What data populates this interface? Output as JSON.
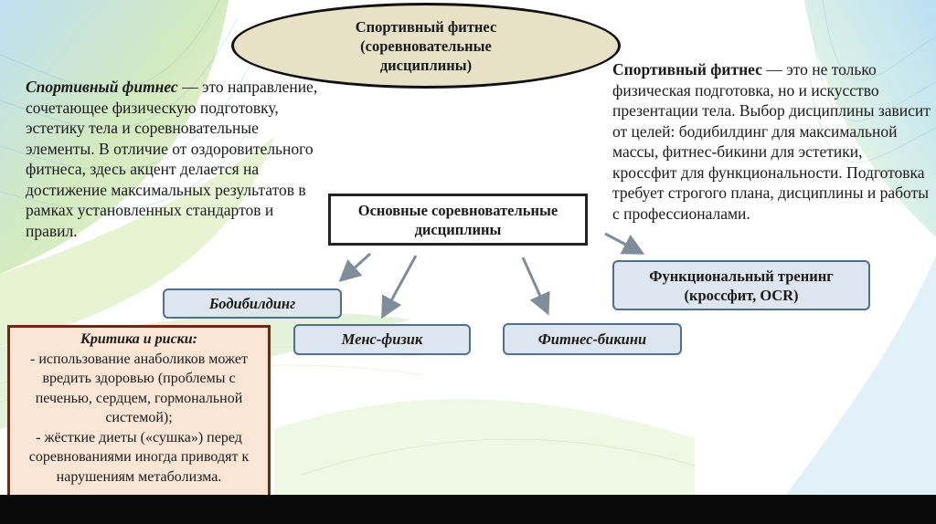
{
  "title_oval": {
    "line1": "Спортивный фитнес",
    "line2": "(соревновательные",
    "line3": "дисциплины)"
  },
  "left_paragraph": {
    "lead": "Спортивный фитнес",
    "text": " — это направление, сочетающее физическую подготовку, эстетику тела и соревновательные элементы. В отличие от оздоровительного фитнеса, здесь акцент делается на достижение максимальных результатов в рамках установленных стандартов и правил."
  },
  "right_paragraph": {
    "lead": "Спортивный фитнес",
    "text": " — это не только физическая подготовка, но и искусство презентации тела. Выбор дисциплины зависит от целей: бодибилдинг для максимальной массы, фитнес-бикини для эстетики, кроссфит для функциональности. Подготовка требует строгого плана, дисциплины и работы с профессионалами."
  },
  "center_box": {
    "line1": "Основные соревновательные",
    "line2": "дисциплины"
  },
  "disciplines": {
    "bodybuilding": "Бодибилдинг",
    "mens_physique": "Менс-физик",
    "fitness_bikini": "Фитнес-бикини",
    "functional_line1": "Функциональный тренинг",
    "functional_line2": "(кроссфит, OCR)"
  },
  "critique": {
    "title": "Критика и риски:",
    "items": [
      "- использование анаболиков может вредить здоровью (проблемы с печенью, сердцем, гормональной системой);",
      "- жёсткие диеты («сушка») перед соревнованиями иногда приводят к нарушениям метаболизма."
    ]
  },
  "colors": {
    "oval_fill": "#e7e1c8",
    "discipline_fill": "#dde6ef",
    "discipline_border": "#4f6f8f",
    "critique_fill": "#fbe6d5",
    "critique_border": "#6a2b12",
    "arrow": "#7f8c99"
  }
}
